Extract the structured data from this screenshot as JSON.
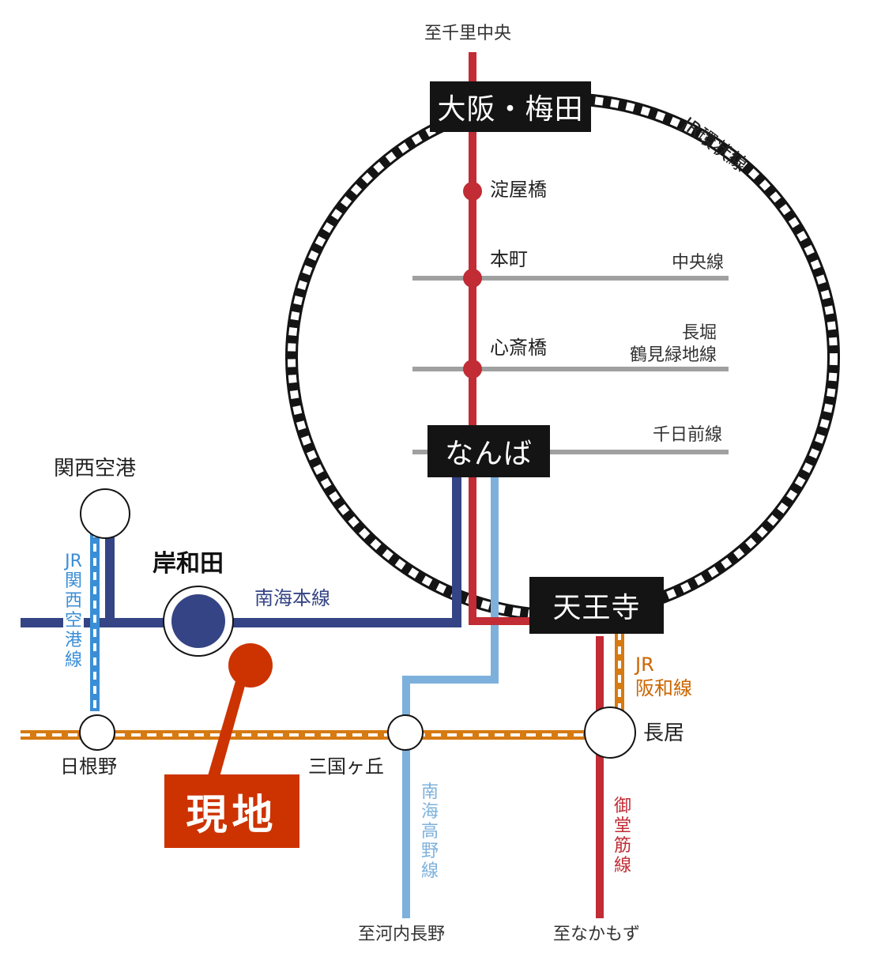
{
  "colors": {
    "midosuji": "#c12c35",
    "nankai_main": "#354485",
    "nankai_koya": "#7db1dc",
    "jr_kansai_airport": "#3a8ed6",
    "jr_hanwa": "#d67a12",
    "loop": "#141414",
    "crossline": "#a0a0a0",
    "site": "#cc3300"
  },
  "destinations": {
    "north": "至千里中央",
    "kawachinagano": "至河内長野",
    "nakamozu": "至なかもず"
  },
  "major_stations": {
    "umeda": "大阪・梅田",
    "namba": "なんば",
    "tennoji": "天王寺"
  },
  "stations": {
    "yodoyabashi": "淀屋橋",
    "honmachi": "本町",
    "shinsaibashi": "心斎橋",
    "kansai_airport": "関西空港",
    "kishiwada": "岸和田",
    "hineno": "日根野",
    "mikunigaoka": "三国ヶ丘",
    "nagai": "長居"
  },
  "lines": {
    "loop": "JR環状線",
    "chuo": "中央線",
    "nagahori": "長堀\n鶴見緑地線",
    "sennichimae": "千日前線",
    "nankai_main": "南海本線",
    "jr_kansai_airport": "JR\n関西空港線",
    "jr_hanwa": "JR\n阪和線",
    "nankai_koya": "南海高野線",
    "midosuji": "御堂筋線"
  },
  "site": {
    "label": "現地"
  }
}
